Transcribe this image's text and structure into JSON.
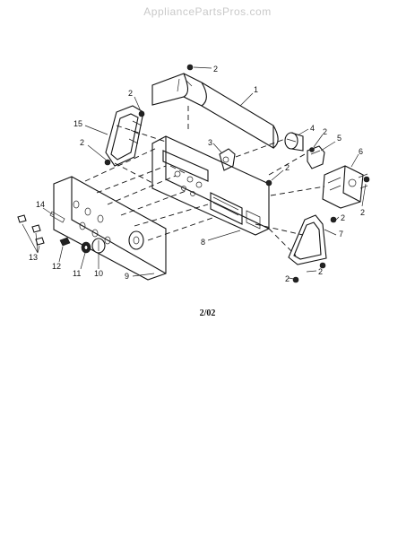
{
  "watermark": "AppliancePartsPros.com",
  "date_code": "2/02",
  "callouts": {
    "c1": "1",
    "c2a": "2",
    "c2b": "2",
    "c2c": "2",
    "c2d": "2",
    "c2e": "2",
    "c2f": "2",
    "c2g": "2",
    "c2h": "2",
    "c2i": "2",
    "c3": "3",
    "c4": "4",
    "c5": "5",
    "c6": "6",
    "c7": "7",
    "c8": "8",
    "c9": "9",
    "c10": "10",
    "c11": "11",
    "c12": "12",
    "c13": "13",
    "c14": "14",
    "c15": "15"
  }
}
